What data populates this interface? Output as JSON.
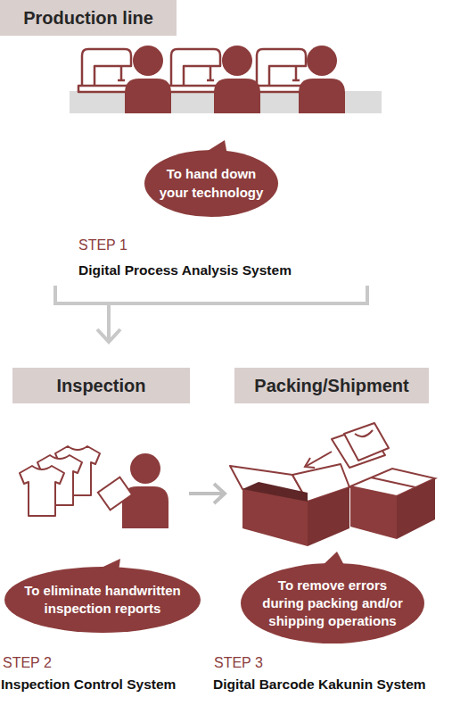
{
  "diagram": {
    "nodes": [
      {
        "text": [
          "Production line"
        ]
      },
      {
        "text": [
          "To hand down your technology"
        ]
      },
      {
        "text": [
          "Inspection"
        ]
      },
      {
        "text": [
          "Packing/Shipment"
        ]
      },
      {
        "text": [
          "To eliminate handwritten inspection reports"
        ]
      },
      {
        "text": [
          "To remove errors during packing and/or shipping operations"
        ]
      }
    ],
    "labels": [
      "STEP 1",
      "Digital Process Analysis System",
      "STEP 2",
      "Inspection Control System",
      "STEP 3",
      "Digital Barcode Kakunin System"
    ]
  }
}
